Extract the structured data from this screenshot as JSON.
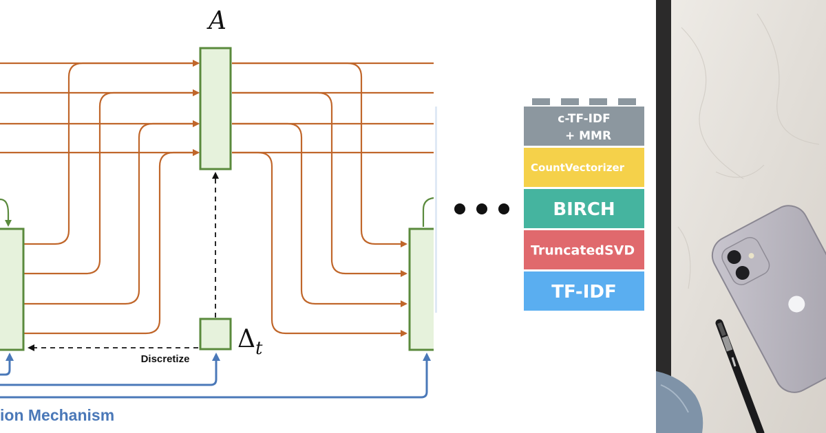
{
  "diagram": {
    "matrix_label": "A",
    "delta_label": "Δ",
    "delta_subscript": "t",
    "discretize_label": "Discretize",
    "mechanism_label": "ion Mechanism",
    "colors": {
      "flow": "#c0662a",
      "box_stroke": "#5a8a3c",
      "box_fill": "#e6f2dc",
      "mechanism": "#4a78b8",
      "dashed": "#111111"
    }
  },
  "ellipsis": "•••",
  "stack": {
    "layers": [
      {
        "label_line1": "c-TF-IDF",
        "label_line2": "+ MMR",
        "color": "#8c979f"
      },
      {
        "label_line1": "CountVectorizer",
        "label_line2": "",
        "color": "#f5d14a"
      },
      {
        "label_line1": "BIRCH",
        "label_line2": "",
        "color": "#45b49f"
      },
      {
        "label_line1": "TruncatedSVD",
        "label_line2": "",
        "color": "#e0696d"
      },
      {
        "label_line1": "TF-IDF",
        "label_line2": "",
        "color": "#5aaef0"
      }
    ]
  },
  "photo": {
    "description_icon": "phone-and-pen-photo"
  }
}
